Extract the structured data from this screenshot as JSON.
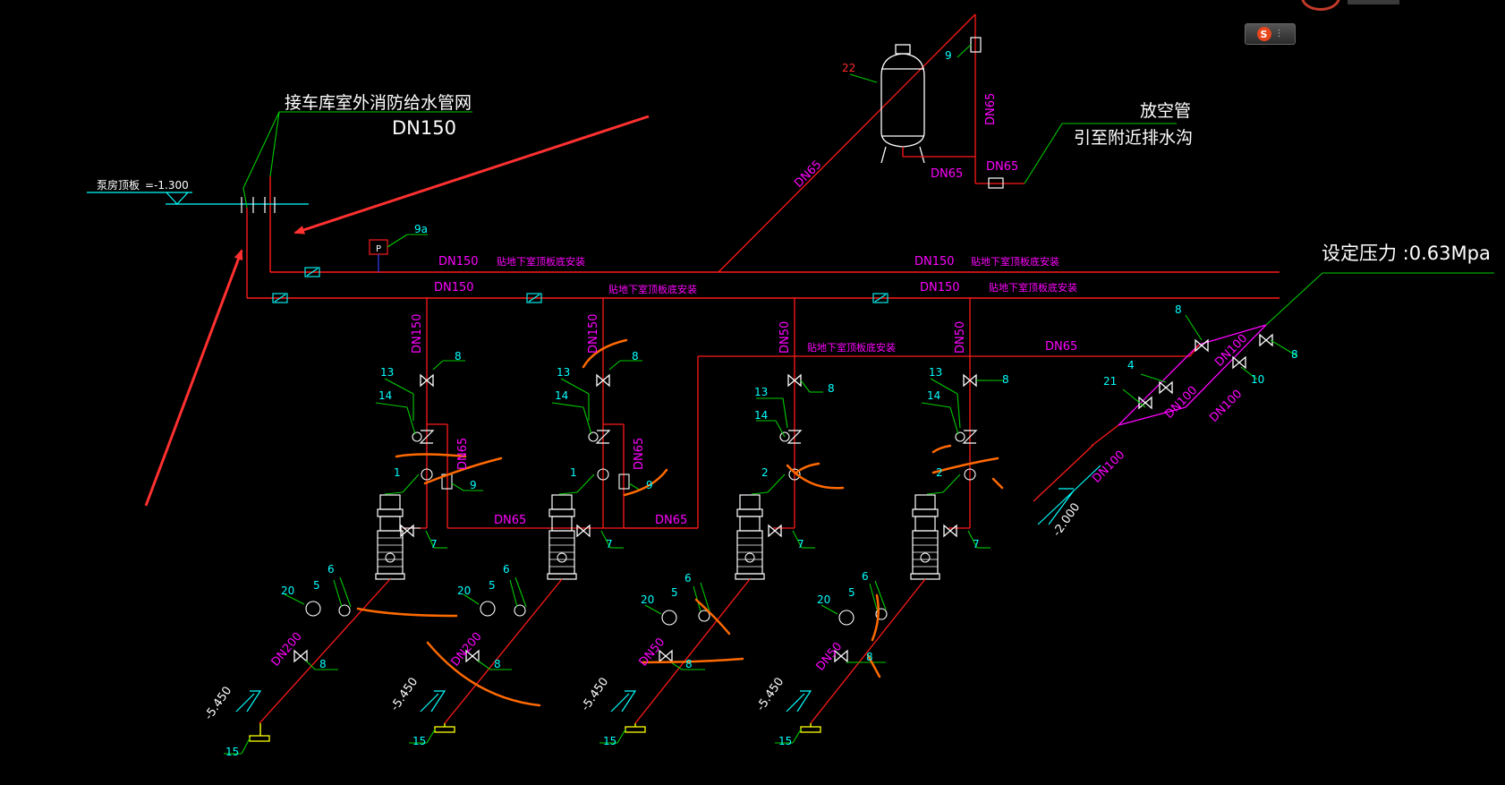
{
  "colors": {
    "pipe": "#ff1a1a",
    "pipe_magenta": "#ff00ff",
    "leader": "#00cc00",
    "callout": "#00ffff",
    "device": "#ffffff",
    "annotation": "#ff2a2a",
    "scribble": "#ff6a00",
    "background": "#000000"
  },
  "labels": {
    "outdoor_network": "接车库室外消防给水管网",
    "main_dn": "DN150",
    "pump_room_roof": "泵房顶板",
    "pump_room_elev": "=-1.300",
    "vent_pipe": "放空管",
    "to_drain": "引至附近排水沟",
    "set_pressure": "设定压力 :0.63Mpa",
    "ceiling_note": "贴地下室顶板底安装",
    "dn150": "DN150",
    "dn65": "DN65",
    "dn50": "DN50",
    "dn100": "DN100",
    "dn200": "DN200",
    "elev_pump": "-5.450",
    "elev_outlet": "-2.000"
  },
  "callouts": {
    "c1": "1",
    "c2": "2",
    "c4": "4",
    "c5": "5",
    "c6": "6",
    "c7": "7",
    "c8": "8",
    "c9": "9",
    "c9a": "9a",
    "c10": "10",
    "c13": "13",
    "c14": "14",
    "c15": "15",
    "c20": "20",
    "c21": "21",
    "c22": "22",
    "p": "P"
  },
  "icons": {
    "ime": "sogou-ime-icon",
    "gate_valve": "gate-valve-icon",
    "check_valve": "check-valve-icon",
    "pump": "vertical-pump-icon",
    "tank": "pressure-tank-icon"
  },
  "ime_letter": "S",
  "ime_menu": "⋮"
}
